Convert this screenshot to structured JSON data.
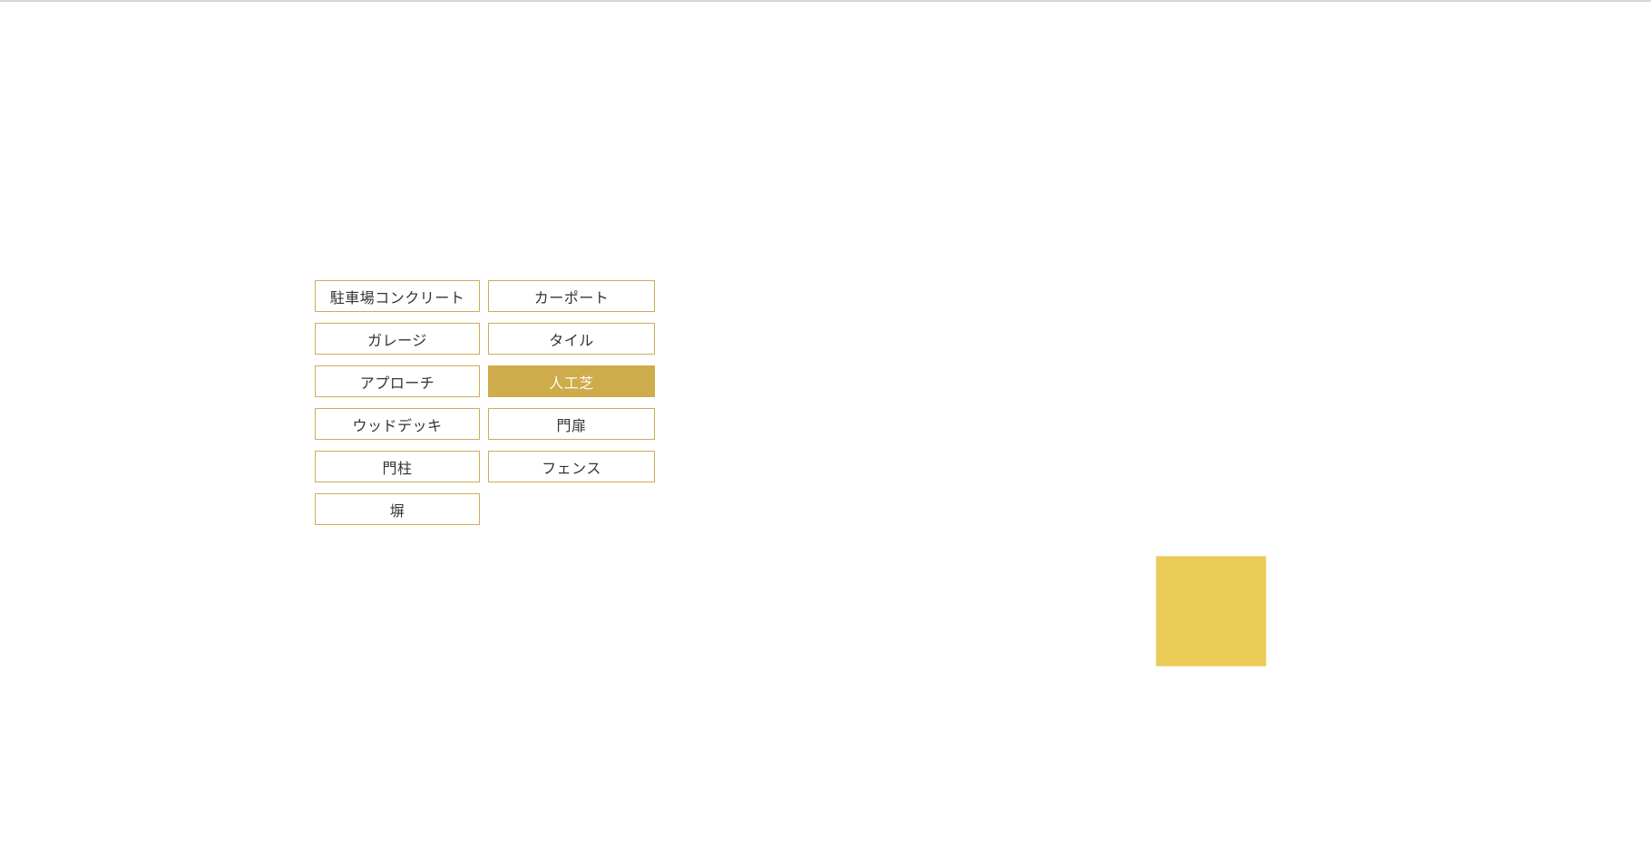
{
  "page": {
    "background_color": "#ffffff",
    "top_divider_color": "#d8d6d2"
  },
  "filters": {
    "items": [
      {
        "label": "駐車場コンクリート",
        "active": false
      },
      {
        "label": "カーポート",
        "active": false
      },
      {
        "label": "ガレージ",
        "active": false
      },
      {
        "label": "タイル",
        "active": false
      },
      {
        "label": "アプローチ",
        "active": false
      },
      {
        "label": "人工芝",
        "active": true
      },
      {
        "label": "ウッドデッキ",
        "active": false
      },
      {
        "label": "門扉",
        "active": false
      },
      {
        "label": "門柱",
        "active": false
      },
      {
        "label": "フェンス",
        "active": false
      },
      {
        "label": "塀",
        "active": false
      }
    ],
    "colors": {
      "border": "#cbad55",
      "active_background": "#ceac4b",
      "active_text": "#ffffff",
      "text": "#333333"
    }
  },
  "swatch": {
    "color": "#ebcb57"
  }
}
